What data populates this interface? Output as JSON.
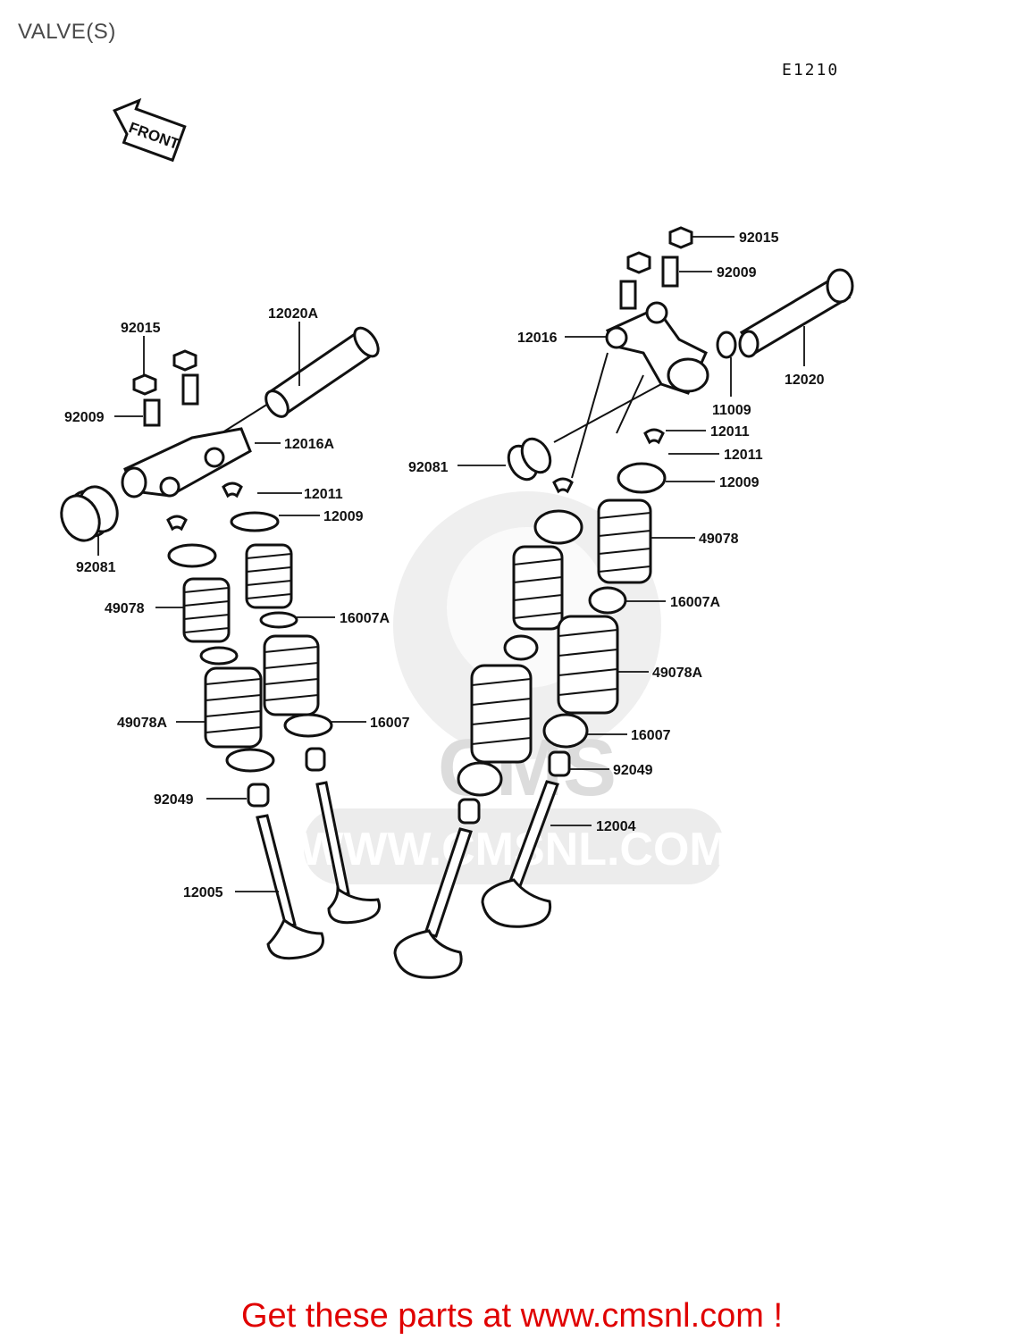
{
  "page": {
    "title": "VALVE(S)",
    "diagram_code": "E1210"
  },
  "front_marker": {
    "label": "FRONT"
  },
  "watermark": {
    "brand": "CMS",
    "url": "WWW.CMSNL.COM"
  },
  "callouts": {
    "left_group": [
      {
        "id": "92015"
      },
      {
        "id": "12020A"
      },
      {
        "id": "92009"
      },
      {
        "id": "12016A"
      },
      {
        "id": "12011"
      },
      {
        "id": "12009"
      },
      {
        "id": "92081"
      },
      {
        "id": "49078"
      },
      {
        "id": "16007A"
      },
      {
        "id": "49078A"
      },
      {
        "id": "16007"
      },
      {
        "id": "92049"
      },
      {
        "id": "12005"
      }
    ],
    "right_group": [
      {
        "id": "92015"
      },
      {
        "id": "92009"
      },
      {
        "id": "12016"
      },
      {
        "id": "12020"
      },
      {
        "id": "11009"
      },
      {
        "id": "12011"
      },
      {
        "id": "12011"
      },
      {
        "id": "92081"
      },
      {
        "id": "12009"
      },
      {
        "id": "49078"
      },
      {
        "id": "16007A"
      },
      {
        "id": "49078A"
      },
      {
        "id": "16007"
      },
      {
        "id": "92049"
      },
      {
        "id": "12004"
      }
    ]
  },
  "footer": {
    "text": "Get these parts at www.cmsnl.com !"
  },
  "colors": {
    "footer_text": "#e00000",
    "title_text": "#4a4a4a",
    "watermark": "#e4e4e4"
  }
}
